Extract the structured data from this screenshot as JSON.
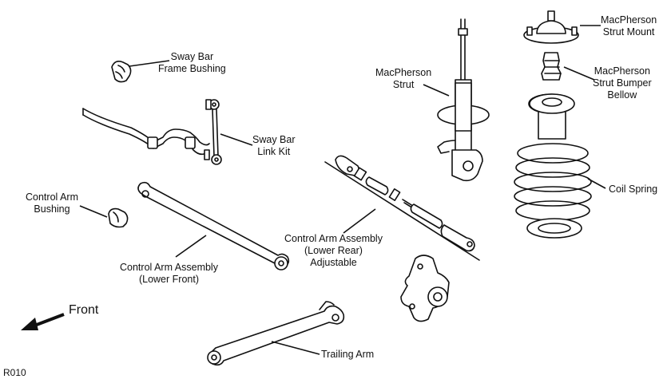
{
  "diagram": {
    "labels": {
      "sway_bar_frame_bushing": [
        "Sway Bar",
        "Frame Bushing"
      ],
      "sway_bar_link_kit": [
        "Sway Bar",
        "Link Kit"
      ],
      "control_arm_bushing": [
        "Control Arm",
        "Bushing"
      ],
      "control_arm_assembly_lower_front": [
        "Control Arm Assembly",
        "(Lower Front)"
      ],
      "control_arm_assembly_lower_rear": [
        "Control Arm Assembly",
        "(Lower Rear)",
        "Adjustable"
      ],
      "macpherson_strut": [
        "MacPherson",
        "Strut"
      ],
      "macpherson_strut_mount": [
        "MacPherson",
        "Strut Mount"
      ],
      "macpherson_strut_bumper_bellow": [
        "MacPherson",
        "Strut Bumper",
        "Bellow"
      ],
      "coil_spring": [
        "Coil Spring"
      ],
      "trailing_arm": [
        "Trailing Arm"
      ]
    },
    "direction_label": "Front",
    "figure_code": "R010"
  }
}
